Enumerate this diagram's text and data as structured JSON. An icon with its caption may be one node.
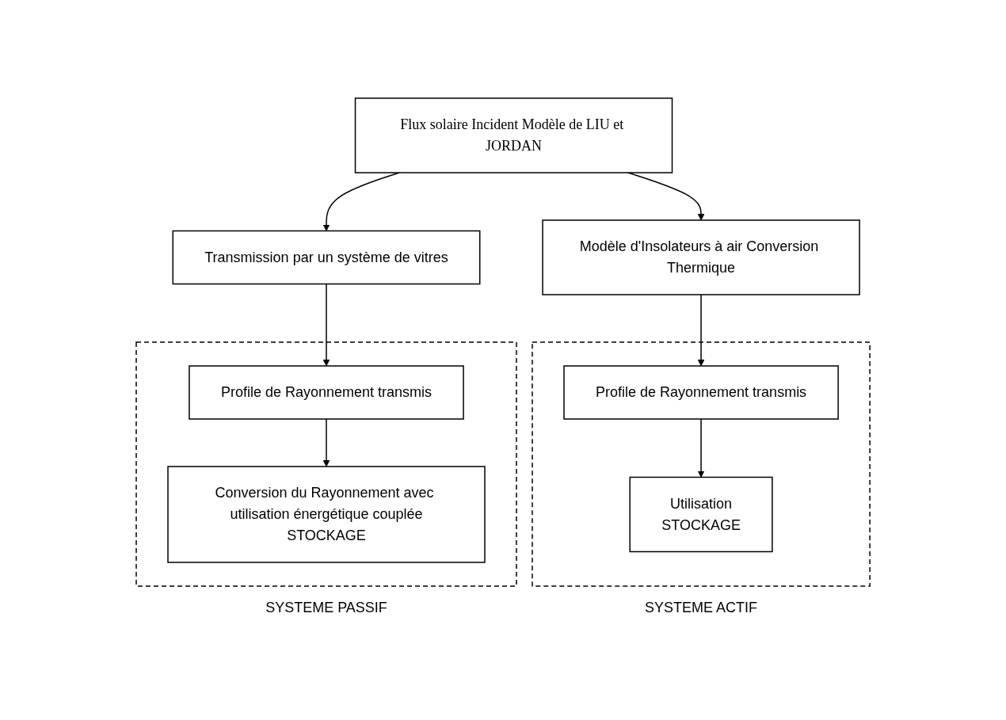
{
  "diagram": {
    "nodes": [
      {
        "text": [
          "Flux solaire Incident Modèle de LIU et JORDAN"
        ]
      },
      {
        "text": [
          "Modèle d'Insolateurs à air Conversion Thermique"
        ]
      },
      {
        "text": [
          "Transmission par un système de vitres"
        ]
      },
      {
        "text": [
          "SYSTEME ACTIF"
        ]
      },
      {
        "text": [
          "Profile de Rayonnement transmis"
        ],
        "in": 3
      },
      {
        "text": [
          "Utilisation",
          "STOCKAGE"
        ],
        "in": 3
      },
      {
        "text": [
          "SYSTEME PASSIF"
        ]
      },
      {
        "text": [
          "Profile de Rayonnement transmis"
        ],
        "in": 6
      },
      {
        "text": [
          "Conversion du Rayonnement avec utilisation énergétique couplée",
          "STOCKAGE"
        ],
        "in": 6
      }
    ],
    "edges": [
      {
        "from": 0,
        "to": 1,
        "arrow": "to"
      },
      {
        "from": 0,
        "to": 2,
        "arrow": "to"
      },
      {
        "from": 1,
        "to": 4,
        "arrow": "to"
      },
      {
        "from": 4,
        "to": 5,
        "arrow": "to"
      },
      {
        "from": 2,
        "to": 7,
        "arrow": "to"
      },
      {
        "from": 7,
        "to": 8,
        "arrow": "to"
      }
    ]
  }
}
